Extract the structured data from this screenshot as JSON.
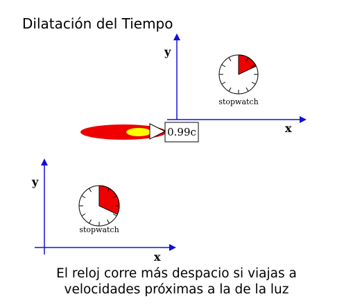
{
  "title": "Dilatación del Tiempo",
  "caption": {
    "line1": "El reloj corre más despacio si viajas a",
    "line2": "velocidades próximas a la de la luz"
  },
  "moving_frame": {
    "x_label": "x",
    "y_label": "y",
    "clock_label": "stopwatch",
    "elapsed_fraction": 0.18,
    "speed_label": "0.99c"
  },
  "rest_frame": {
    "x_label": "x",
    "y_label": "y",
    "clock_label": "stopwatch",
    "elapsed_fraction": 0.32
  },
  "colors": {
    "axis": "#1010d8",
    "clock_fill": "#ee0000",
    "flame_outer": "#ee0000",
    "flame_inner": "#ffff00"
  }
}
